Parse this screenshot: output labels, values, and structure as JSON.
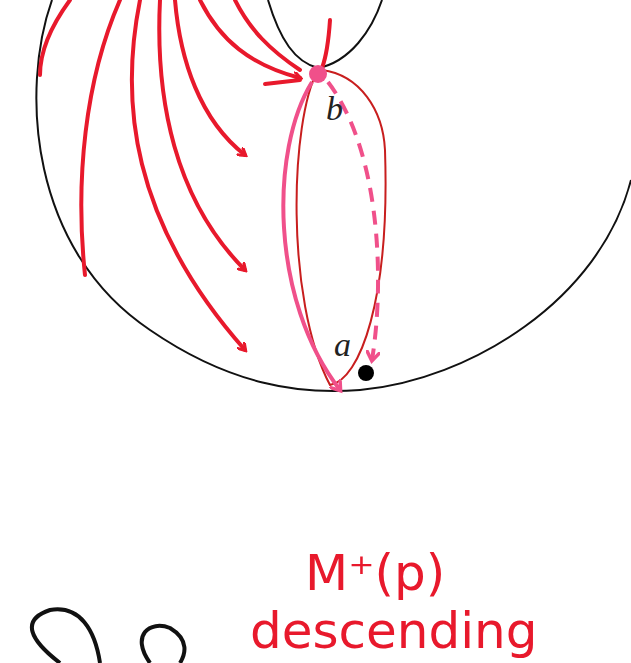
{
  "diagram": {
    "labels": [
      "b",
      "a",
      "M⁺(p)",
      "descending"
    ]
  }
}
